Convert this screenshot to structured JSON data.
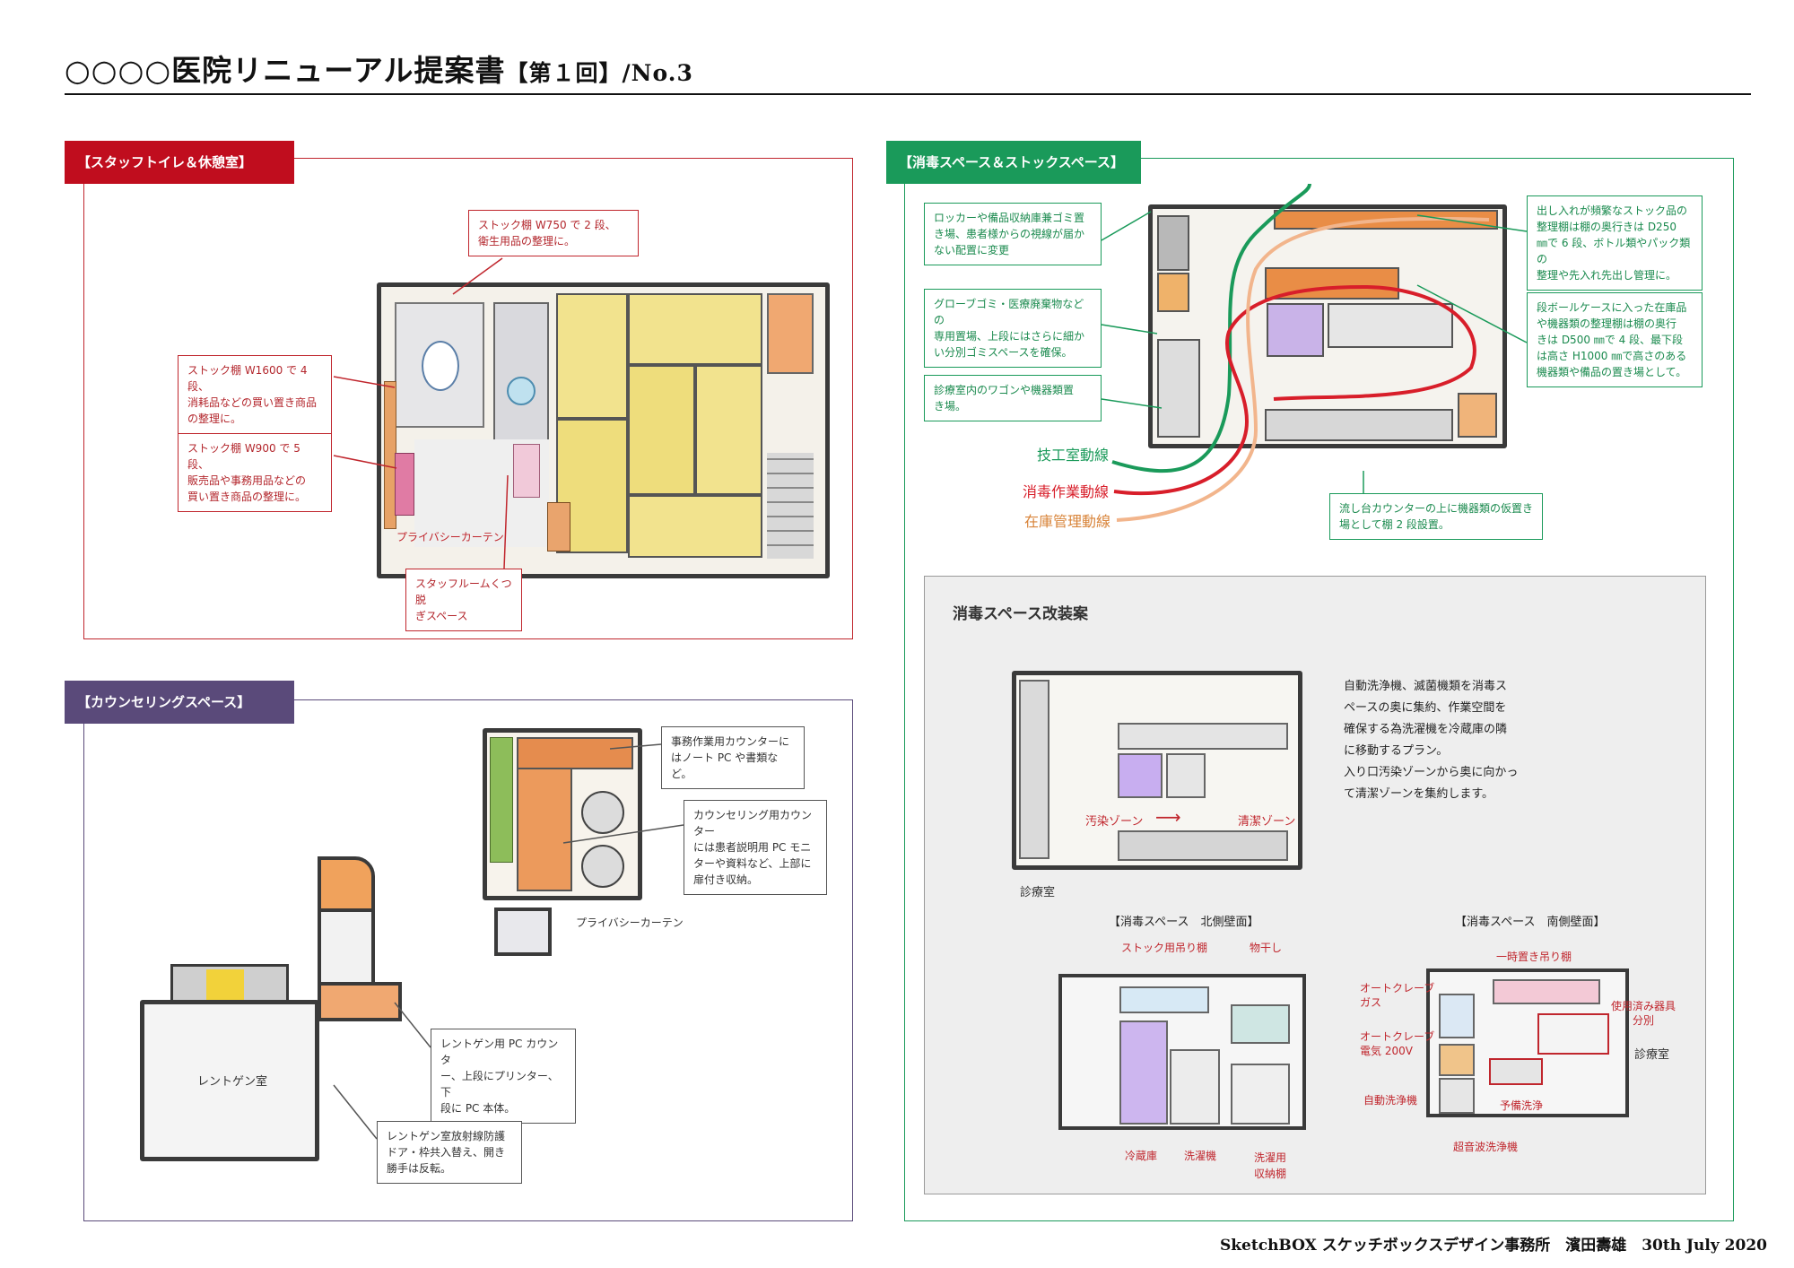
{
  "header": {
    "title_main": "○○○○医院リニューアル提案書",
    "title_round": "【第１回】",
    "title_no": "/No.3"
  },
  "panels": {
    "staff": {
      "tab": "【スタッフトイレ＆休憩室】",
      "accent": "#c00d1e",
      "callouts": [
        "ストック棚 W750 で 2 段、\n衛生用品の整理に。",
        "ストック棚 W1600 で 4 段、\n消耗品などの買い置き商品\nの整理に。",
        "ストック棚 W900 で 5 段、\n販売品や事務用品などの\n買い置き商品の整理に。",
        "スタッフルームくつ脱\nぎスペース"
      ],
      "curtain_label": "プライバシーカーテン"
    },
    "counseling": {
      "tab": "【カウンセリングスペース】",
      "accent": "#5a4a7a",
      "callouts": [
        "事務作業用カウンターに\nはノート PC や書類など。",
        "カウンセリング用カウンター\nには患者説明用 PC モニ\nターや資料など、上部に\n扉付き収納。",
        "レントゲン用 PC カウンタ\nー、上段にプリンター、下\n段に PC 本体。",
        "レントゲン室放射線防護\nドア・枠共入替え、開き\n勝手は反転。"
      ],
      "curtain_label": "プライバシーカーテン",
      "xray_room": "レントゲン室"
    },
    "disinfection": {
      "tab": "【消毒スペース＆ストックスペース】",
      "accent": "#1a9a5a",
      "callouts_left": [
        "ロッカーや備品収納庫兼ゴミ置\nき場、患者様からの視線が届か\nない配置に変更",
        "グローブゴミ・医療廃棄物などの\n専用置場、上段にはさらに細か\nい分別ゴミスペースを確保。",
        "診療室内のワゴンや機器類置\nき場。"
      ],
      "callouts_right": [
        "出し入れが頻繁なストック品の\n整理棚は棚の奥行きは D250\n㎜で 6 段、ボトル類やパック類の\n整理や先入れ先出し管理に。",
        "段ボールケースに入った在庫品\nや機器類の整理棚は棚の奥行\nきは D500 ㎜で 4 段、最下段\nは高さ H1000 ㎜で高さのある\n機器類や備品の置き場として。"
      ],
      "callout_bottom": "流し台カウンターの上に機器類の仮置き\n場として棚 2 段設置。",
      "routes": [
        {
          "label": "技工室動線",
          "color": "#1a9a5a"
        },
        {
          "label": "消毒作業動線",
          "color": "#d81e2a"
        },
        {
          "label": "在庫管理動線",
          "color": "#e8894a"
        }
      ]
    },
    "renovation": {
      "title": "消毒スペース改装案",
      "description": "自動洗浄機、滅菌機類を消毒ス\nペースの奥に集約、作業空間を\n確保する為洗濯機を冷蔵庫の隣\nに移動するプラン。\n入り口汚染ゾーンから奥に向かっ\nて清潔ゾーンを集約します。",
      "zone_dirty": "汚染ゾーン",
      "zone_clean": "清潔ゾーン",
      "exam_room": "診療室",
      "north": {
        "title": "【消毒スペース　北側壁面】",
        "labels": [
          "ストック用吊り棚",
          "物干し",
          "冷蔵庫",
          "洗濯機",
          "洗濯用\n収納棚"
        ]
      },
      "south": {
        "title": "【消毒スペース　南側壁面】",
        "labels": [
          "一時置き吊り棚",
          "オートクレーブ\nガス",
          "使用済み器具\n分別",
          "オートクレーブ\n電気 200V",
          "診療室",
          "自動洗浄機",
          "予備洗浄",
          "超音波洗浄機"
        ]
      }
    }
  },
  "footer": "SketchBOX スケッチボックスデザイン事務所　濱田壽雄　30th July 2020"
}
